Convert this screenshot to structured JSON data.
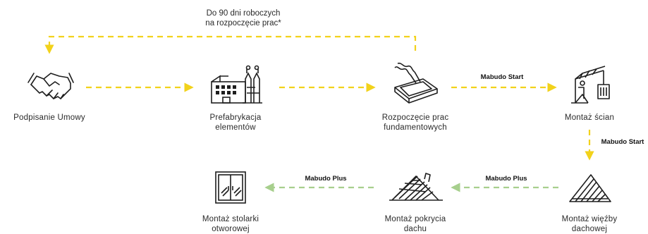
{
  "colors": {
    "yellow": "#f2d21b",
    "green": "#a7cf8d",
    "icon": "#1e1e1e"
  },
  "top_note": {
    "line1": "Do 90 dni roboczych",
    "line2": "na rozpoczęcie prac*"
  },
  "steps": {
    "s1": {
      "line1": "Podpisanie Umowy",
      "line2": "",
      "icon": "handshake-icon"
    },
    "s2": {
      "line1": "Prefabrykacja",
      "line2": "elementów",
      "icon": "factory-icon"
    },
    "s3": {
      "line1": "Rozpoczęcie prac",
      "line2": "fundamentowych",
      "icon": "foundation-pour-icon"
    },
    "s4": {
      "line1": "Montaż ścian",
      "line2": "",
      "icon": "crane-icon"
    },
    "s5": {
      "line1": "Montaż więźby",
      "line2": "dachowej",
      "icon": "roof-truss-icon"
    },
    "s6": {
      "line1": "Montaż pokrycia",
      "line2": "dachu",
      "icon": "roof-tiles-icon"
    },
    "s7": {
      "line1": "Montaż stolarki",
      "line2": "otworowej",
      "icon": "window-icon"
    }
  },
  "edge_labels": {
    "e34": "Mabudo Start",
    "e45": "Mabudo Start",
    "e56": "Mabudo Plus",
    "e67": "Mabudo Plus"
  }
}
